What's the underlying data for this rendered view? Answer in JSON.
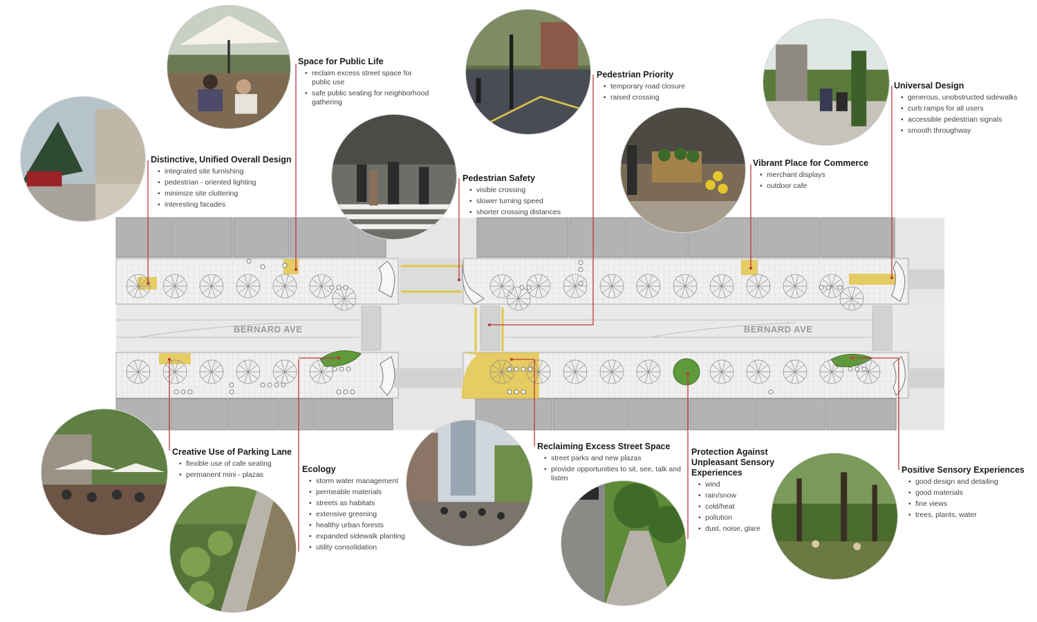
{
  "street": {
    "name_left": "BERNARD AVE",
    "name_right": "BERNARD AVE"
  },
  "colors": {
    "leader": "#c0353b",
    "highlight": "#e3c64a",
    "green": "#5e9a3a",
    "building": "#b3b3b3",
    "sidewalk": "#ececec",
    "road": "#e3e3e3"
  },
  "callouts": [
    {
      "id": "public-life",
      "title": "Space for Public Life",
      "items": [
        "reclaim excess street space for public use",
        "safe public seating for neighborhood gathering"
      ]
    },
    {
      "id": "ped-priority",
      "title": "Pedestrian Priority",
      "items": [
        "temporary road closure",
        "raised crossing"
      ]
    },
    {
      "id": "universal",
      "title": "Universal Design",
      "items": [
        "generous, unobstructed sidewalks",
        "curb ramps for all users",
        "accessible pedestrian signals",
        "smooth throughway"
      ]
    },
    {
      "id": "distinctive",
      "title": "Distinctive, Unified Overall Design",
      "items": [
        "integrated site furnishing",
        "pedestrian - oriented lighting",
        "minimize site cluttering",
        "interesting facades"
      ]
    },
    {
      "id": "ped-safety",
      "title": "Pedestrian Safety",
      "items": [
        "visible crossing",
        "slower turning speed",
        "shorter crossing distances"
      ]
    },
    {
      "id": "commerce",
      "title": "Vibrant Place for Commerce",
      "items": [
        "merchant displays",
        "outdoor cafe"
      ]
    },
    {
      "id": "parking-lane",
      "title": "Creative Use of Parking Lane",
      "items": [
        "flexible use of cafe seating",
        "permanent mini - plazas"
      ]
    },
    {
      "id": "reclaiming",
      "title": "Reclaiming Excess Street Space",
      "items": [
        "street parks and new plazas",
        "provide opportunities to sit, see, talk and listen"
      ]
    },
    {
      "id": "protection",
      "title": "Protection Against Unpleasant Sensory Experiences",
      "items": [
        "wind",
        "rain/snow",
        "cold/heat",
        "pollution",
        "dust, noise, glare"
      ]
    },
    {
      "id": "positive",
      "title": "Positive Sensory Experiences",
      "items": [
        "good design and detailing",
        "good materials",
        "fine views",
        "trees, plants, water"
      ]
    },
    {
      "id": "ecology",
      "title": "Ecology",
      "items": [
        "storm water management",
        "permeable materials",
        "streets as habitats",
        "extensive greening",
        "healthy urban forests",
        "expanded sidewalk planting",
        "utility consolidation"
      ]
    }
  ]
}
